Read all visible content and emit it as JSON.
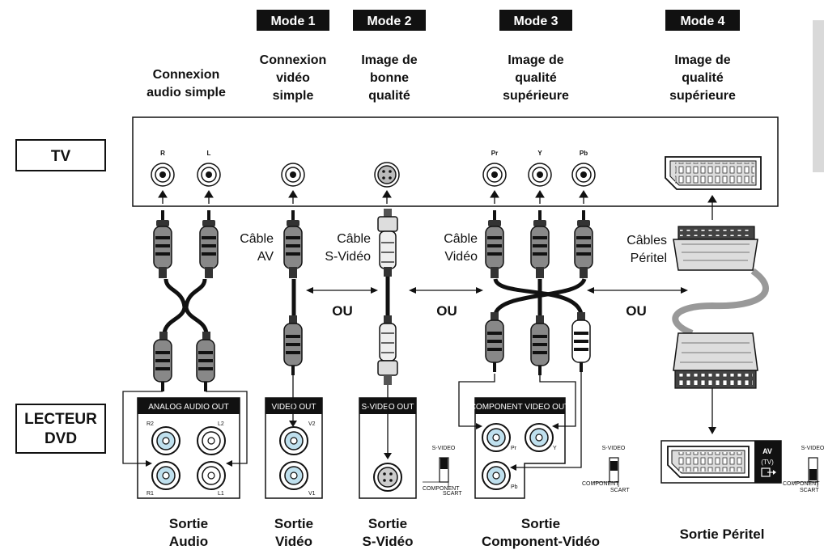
{
  "modes": [
    {
      "label": "Mode 1",
      "heading": [
        "Connexion",
        "vidéo",
        "simple"
      ]
    },
    {
      "label": "Mode 2",
      "heading": [
        "Image de",
        "bonne",
        "qualité"
      ]
    },
    {
      "label": "Mode 3",
      "heading": [
        "Image de",
        "qualité",
        "supérieure"
      ]
    },
    {
      "label": "Mode 4",
      "heading": [
        "Image de",
        "qualité",
        "supérieure"
      ]
    }
  ],
  "audio_heading": [
    "Connexion",
    "audio simple"
  ],
  "tv_label": "TV",
  "player_label": [
    "LECTEUR",
    "DVD"
  ],
  "tv_jacks": [
    "R",
    "L",
    "Pr",
    "Y",
    "Pb"
  ],
  "cable_labels": {
    "av": [
      "Câble",
      "AV"
    ],
    "svideo": [
      "Câble",
      "S-Vidéo"
    ],
    "video": [
      "Câble",
      "Vidéo"
    ],
    "peritel": [
      "Câbles",
      "Péritel"
    ]
  },
  "or_label": "OU",
  "panels": {
    "audio": {
      "title": "ANALOG  AUDIO OUT",
      "jacks": [
        "R2",
        "L2",
        "R1",
        "L1"
      ]
    },
    "video": {
      "title": "VIDEO OUT",
      "jacks": [
        "V2",
        "V1"
      ]
    },
    "svideo": {
      "title": "S-VIDEO OUT"
    },
    "component": {
      "title": "COMPONENT  VIDEO OUT",
      "jacks": [
        "Pr",
        "Y",
        "Pb"
      ]
    },
    "scart": {
      "badge": [
        "AV",
        "(TV)"
      ]
    }
  },
  "switch_labels": {
    "top": "S-VIDEO",
    "left": "COMPONENT",
    "right": "SCART"
  },
  "footers": {
    "audio": [
      "Sortie",
      "Audio"
    ],
    "video": [
      "Sortie",
      "Vidéo"
    ],
    "svideo": [
      "Sortie",
      "S-Vidéo"
    ],
    "component": [
      "Sortie",
      "Component-Vidéo"
    ],
    "peritel": [
      "Sortie Péritel"
    ]
  }
}
